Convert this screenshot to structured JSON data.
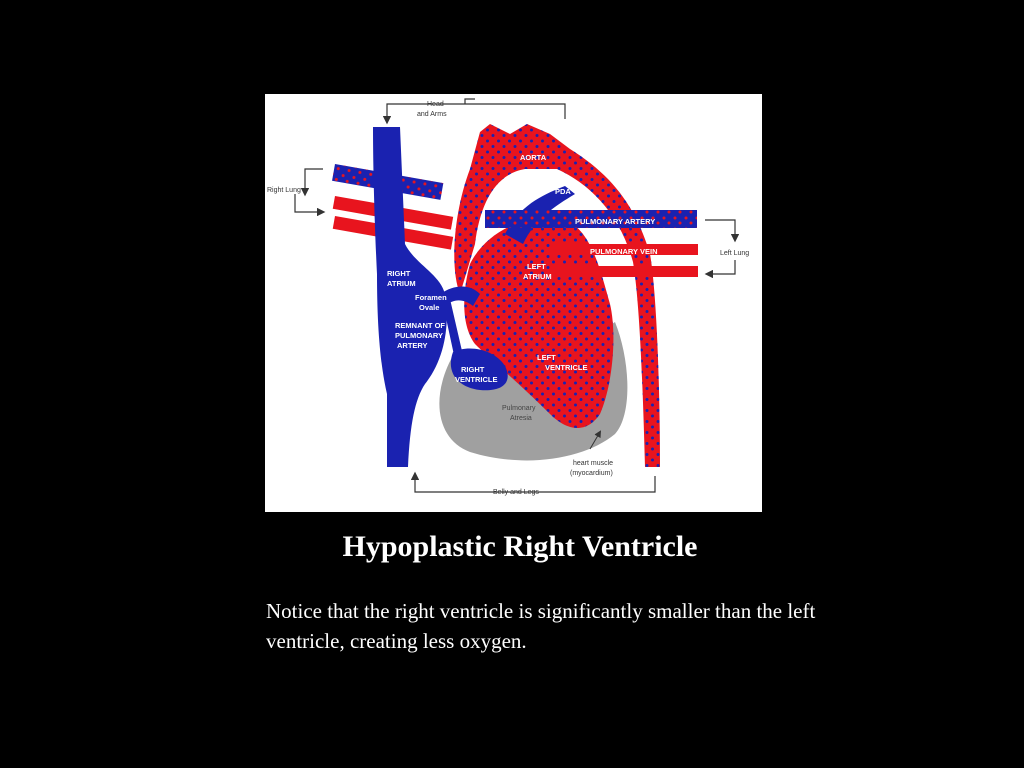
{
  "slide": {
    "title": "Hypoplastic Right Ventricle",
    "caption": "Notice that the right ventricle is significantly smaller than the left ventricle, creating less oxygen."
  },
  "diagram": {
    "labels": {
      "head_arms_1": "Head",
      "head_arms_2": "and Arms",
      "right_lung": "Right Lung",
      "left_lung": "Left Lung",
      "aorta": "AORTA",
      "pda": "PDA",
      "pulmonary_artery": "PULMONARY ARTERY",
      "pulmonary_vein": "PULMONARY VEIN",
      "right_atrium_1": "RIGHT",
      "right_atrium_2": "ATRIUM",
      "left_atrium_1": "LEFT",
      "left_atrium_2": "ATRIUM",
      "foramen_ovale_1": "Foramen",
      "foramen_ovale_2": "Ovale",
      "remnant_1": "REMNANT OF",
      "remnant_2": "PULMONARY",
      "remnant_3": "ARTERY",
      "right_ventricle_1": "RIGHT",
      "right_ventricle_2": "VENTRICLE",
      "left_ventricle_1": "LEFT",
      "left_ventricle_2": "VENTRICLE",
      "pulmonary_atresia_1": "Pulmonary",
      "pulmonary_atresia_2": "Atresia",
      "heart_muscle_1": "heart muscle",
      "heart_muscle_2": "(myocardium)",
      "belly_legs": "Belly and Legs"
    },
    "colors": {
      "oxygenated": "#e8141e",
      "deoxygenated": "#1a22b0",
      "myocardium": "#a0a0a0",
      "background": "#000000"
    }
  }
}
